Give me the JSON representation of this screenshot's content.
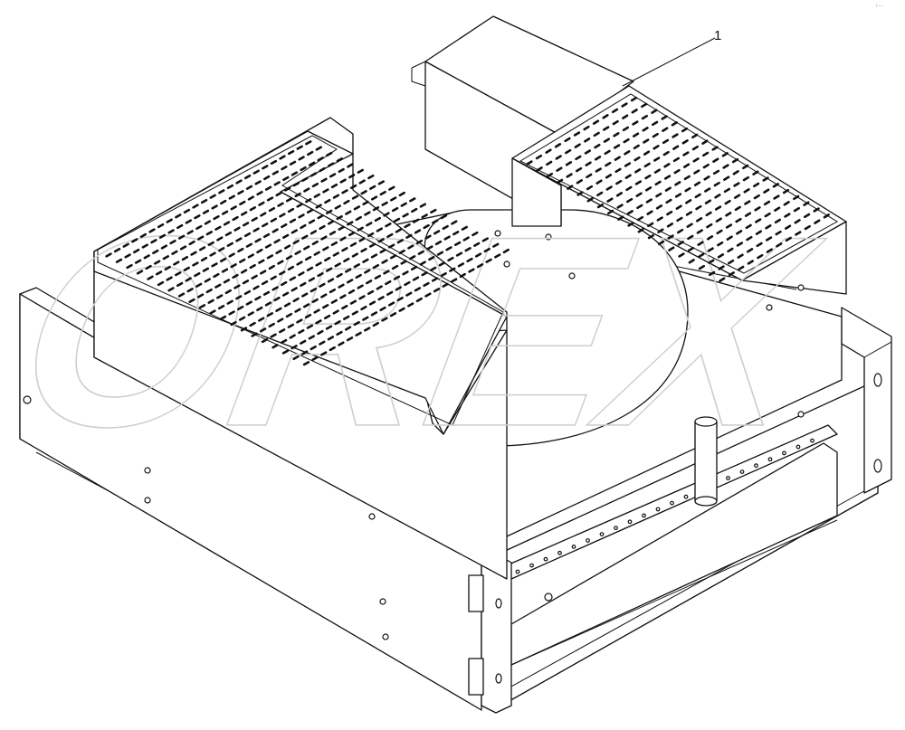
{
  "callout": {
    "label": "1"
  },
  "watermark": {
    "text": "OREX"
  },
  "corner_mark": {
    "text": "r—"
  },
  "colors": {
    "line": "#111111",
    "background": "#ffffff",
    "watermark": "#cfcfcf"
  }
}
